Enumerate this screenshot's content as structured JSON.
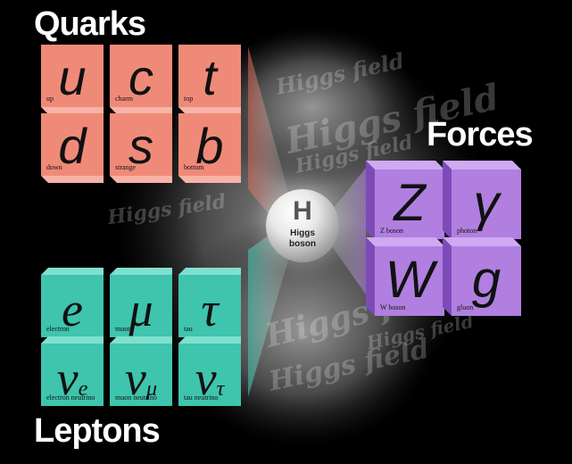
{
  "titles": {
    "quarks": "Quarks",
    "forces": "Forces",
    "leptons": "Leptons"
  },
  "higgs": {
    "symbol": "H",
    "label_line1": "Higgs",
    "label_line2": "boson"
  },
  "field_label": "Higgs field",
  "quarks": [
    {
      "symbol": "u",
      "name": "up"
    },
    {
      "symbol": "c",
      "name": "charm"
    },
    {
      "symbol": "t",
      "name": "top"
    },
    {
      "symbol": "d",
      "name": "down"
    },
    {
      "symbol": "s",
      "name": "strange"
    },
    {
      "symbol": "b",
      "name": "bottom"
    }
  ],
  "leptons": [
    {
      "symbol": "e",
      "name": "electron"
    },
    {
      "symbol": "μ",
      "name": "muon"
    },
    {
      "symbol": "τ",
      "name": "tau"
    },
    {
      "symbol": "ν",
      "subscript": "e",
      "name": "electron neutrino"
    },
    {
      "symbol": "ν",
      "subscript": "μ",
      "name": "muon neutrino"
    },
    {
      "symbol": "ν",
      "subscript": "τ",
      "name": "tau neutrino"
    }
  ],
  "forces": [
    {
      "symbol": "Z",
      "name": "Z boson"
    },
    {
      "symbol": "γ",
      "name": "photon"
    },
    {
      "symbol": "W",
      "name": "W boson"
    },
    {
      "symbol": "g",
      "name": "gluon"
    }
  ],
  "colors": {
    "quark_face": "#f08a78",
    "quark_side": "#d9473f",
    "quark_top": "#f7b3a6",
    "lepton_face": "#3fc4ad",
    "lepton_side": "#15977f",
    "lepton_top": "#7fe0cf",
    "force_face": "#b07fe0",
    "force_side": "#7c4bb8",
    "force_top": "#cfa9f2",
    "background": "#000000"
  }
}
